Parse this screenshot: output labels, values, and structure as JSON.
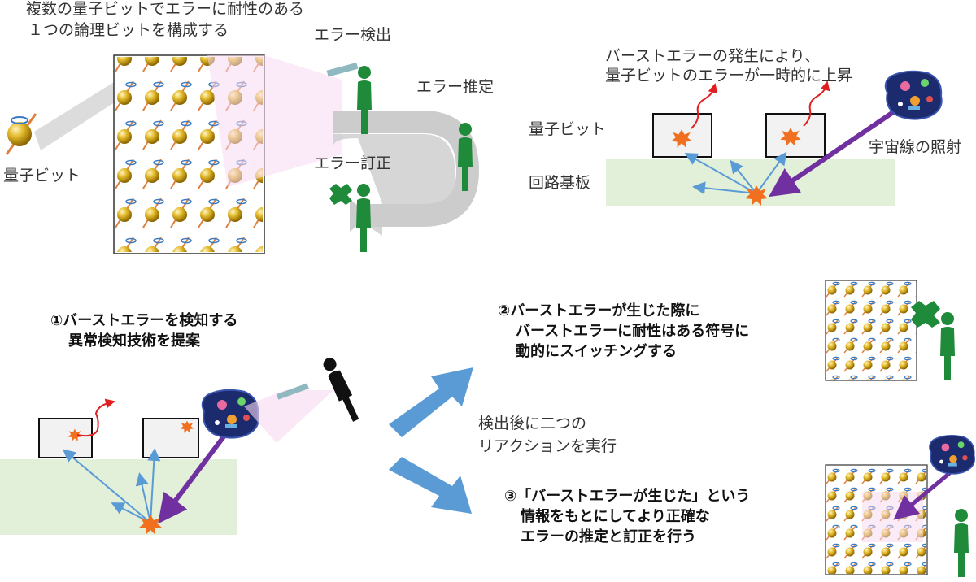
{
  "top_left": {
    "title_line1": "複数の量子ビットでエラーに耐性のある",
    "title_line2": "１つの論理ビットを構成する",
    "qubit_label": "量子ビット",
    "detect_label": "エラー検出",
    "estimate_label": "エラー推定",
    "correct_label": "エラー訂正"
  },
  "top_right": {
    "burst_line1": "バーストエラーの発生により、",
    "burst_line2": "量子ビットのエラーが一時的に上昇",
    "qubit_label": "量子ビット",
    "board_label": "回路基板",
    "cosmic_label": "宇宙線の照射"
  },
  "bottom_left": {
    "proposal_line1": "①バーストエラーを検知する",
    "proposal_line2": "異常検知技術を提案"
  },
  "middle": {
    "reaction_line1": "検出後に二つの",
    "reaction_line2": "リアクションを実行"
  },
  "bottom_right": {
    "switch_line1": "②バーストエラーが生じた際に",
    "switch_line2": "バーストエラーに耐性はある符号に",
    "switch_line3": "動的にスイッチングする",
    "accurate_line1": "③「バーストエラーが生じた」という",
    "accurate_line2": "情報をもとにしてより正確な",
    "accurate_line3": "エラーの推定と訂正を行う"
  },
  "colors": {
    "person": "#1e8a3a",
    "board": "#e2efd9",
    "cosmic_arrow": "#7030a0",
    "blue_arrow": "#5b9bd5",
    "reaction_arrow": "#5b9bd5",
    "error_wave": "#e02020",
    "burst": "#f07020"
  }
}
